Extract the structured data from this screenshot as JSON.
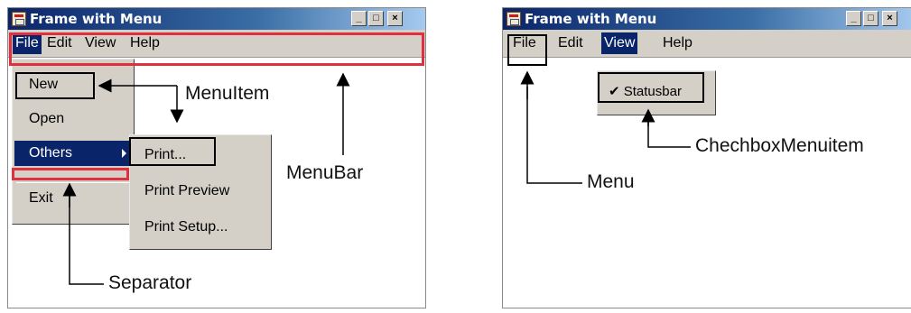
{
  "left_window": {
    "title": "Frame with Menu",
    "menubar": [
      "File",
      "Edit",
      "View",
      "Help"
    ],
    "file_menu": {
      "items": [
        "New",
        "Open",
        "Others",
        "Exit"
      ]
    },
    "others_submenu": {
      "items": [
        "Print...",
        "Print Preview",
        "Print Setup..."
      ]
    }
  },
  "right_window": {
    "title": "Frame with Menu",
    "menubar": [
      "File",
      "Edit",
      "View",
      "Help"
    ],
    "view_menu": {
      "checked_item": "Statusbar",
      "check_mark": "✔"
    }
  },
  "window_buttons": {
    "minimize": "_",
    "maximize": "□",
    "close": "×"
  },
  "annotations": {
    "menuitem": "MenuItem",
    "menubar": "MenuBar",
    "separator": "Separator",
    "menu": "Menu",
    "checkbox_menuitem": "ChechboxMenuitem"
  },
  "colors": {
    "titlebar_start": "#0a246a",
    "titlebar_end": "#a6caf0",
    "menu_face": "#d4d0c8",
    "selection": "#0a246a",
    "highlight_red": "#e03040",
    "highlight_black": "#000000"
  }
}
